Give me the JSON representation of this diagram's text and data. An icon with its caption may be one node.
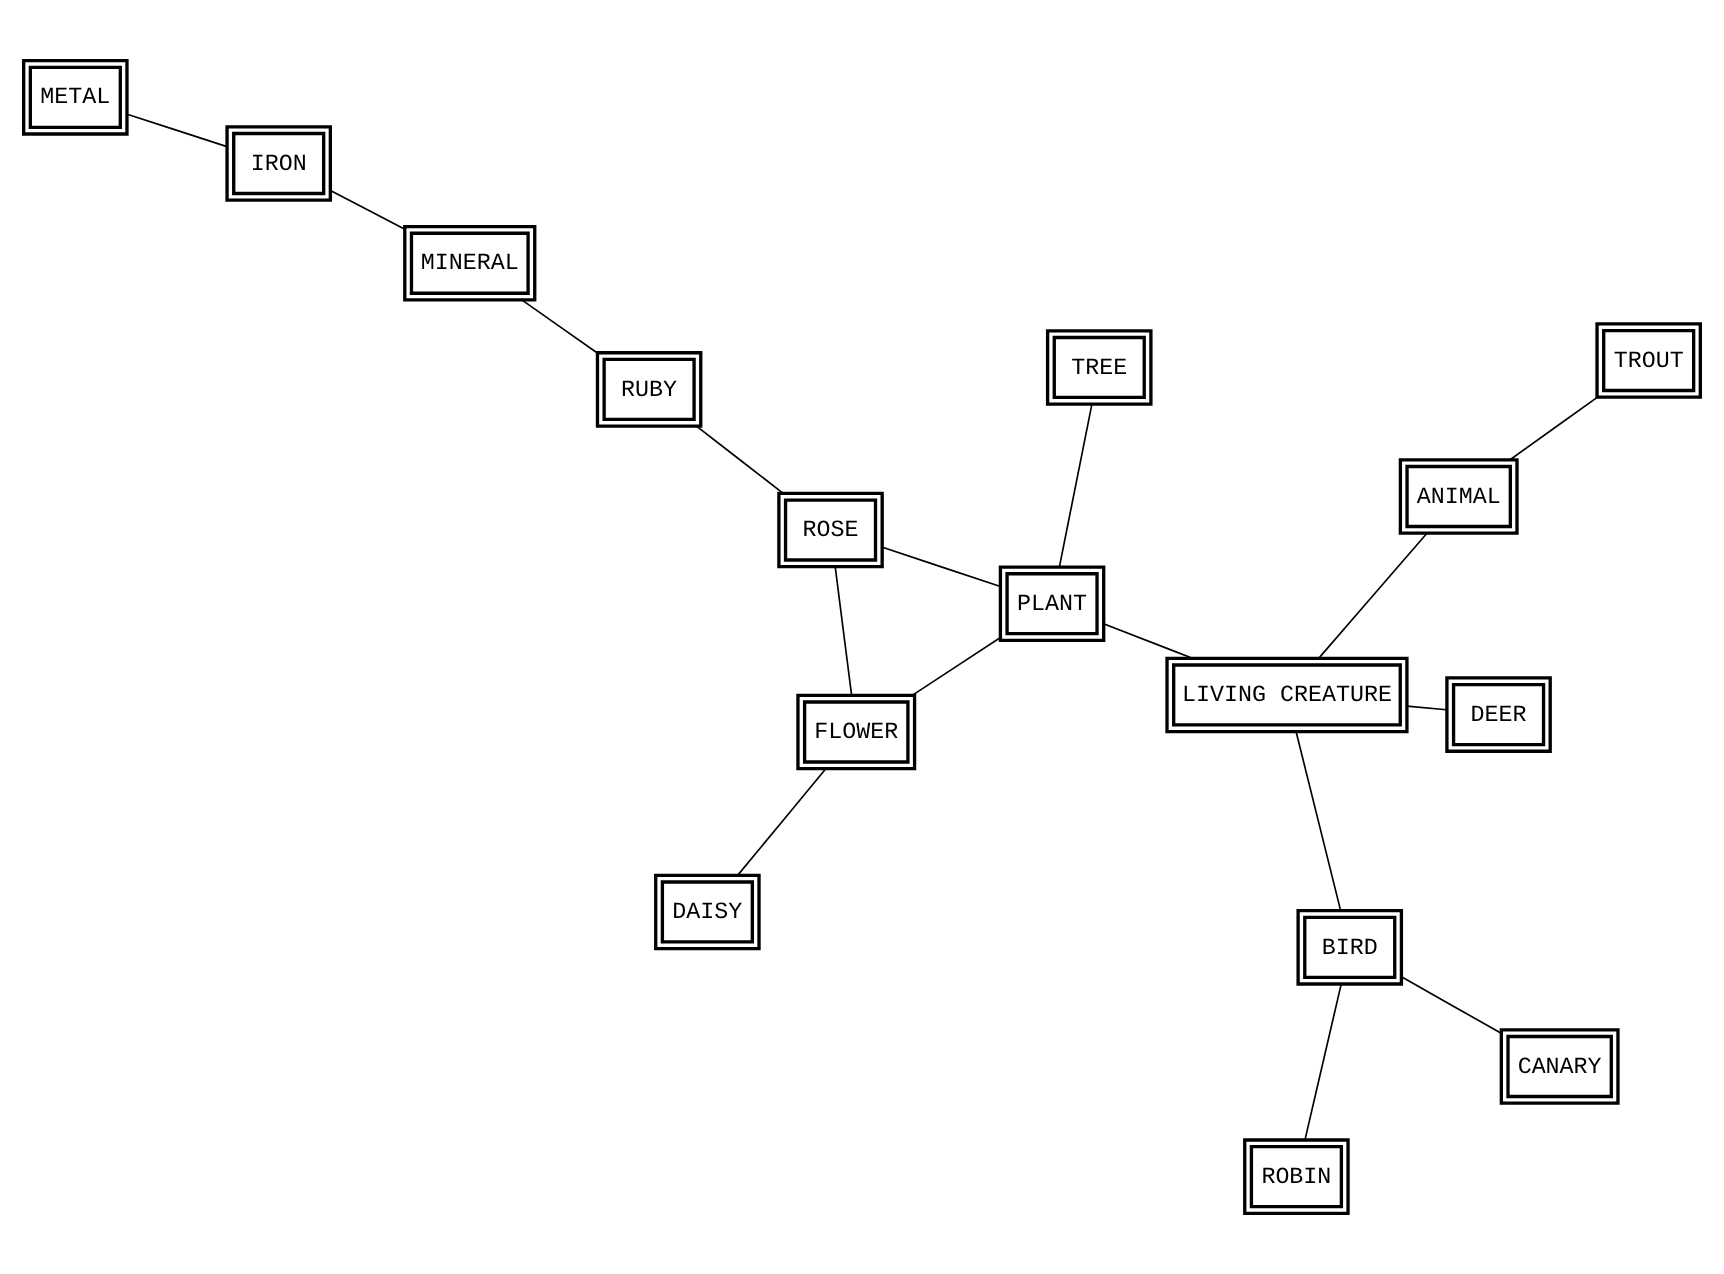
{
  "diagram": {
    "nodes": [
      {
        "text": [
          "METAL"
        ]
      },
      {
        "text": [
          "IRON"
        ]
      },
      {
        "text": [
          "MINERAL"
        ]
      },
      {
        "text": [
          "RUBY"
        ]
      },
      {
        "text": [
          "ROSE"
        ]
      },
      {
        "text": [
          "ROBIN"
        ]
      },
      {
        "text": [
          "BIRD"
        ]
      },
      {
        "text": [
          "CANARY"
        ]
      },
      {
        "text": [
          "PLANT"
        ]
      },
      {
        "text": [
          "FLOWER"
        ]
      },
      {
        "text": [
          "LIVING CREATURE"
        ]
      },
      {
        "text": [
          "DAISY"
        ]
      },
      {
        "text": [
          "DEER"
        ]
      },
      {
        "text": [
          "TREE"
        ]
      },
      {
        "text": [
          "ANIMAL"
        ]
      },
      {
        "text": [
          "TROUT"
        ]
      }
    ],
    "edges": [
      {
        "from": 0,
        "to": 1,
        "arrow": "none"
      },
      {
        "from": 1,
        "to": 2,
        "arrow": "none"
      },
      {
        "from": 2,
        "to": 3,
        "arrow": "none"
      },
      {
        "from": 3,
        "to": 4,
        "arrow": "none"
      },
      {
        "from": 4,
        "to": 8,
        "arrow": "none"
      },
      {
        "from": 4,
        "to": 9,
        "arrow": "none"
      },
      {
        "from": 5,
        "to": 6,
        "arrow": "none"
      },
      {
        "from": 7,
        "to": 6,
        "arrow": "none"
      },
      {
        "from": 6,
        "to": 10,
        "arrow": "none"
      },
      {
        "from": 8,
        "to": 9,
        "arrow": "none"
      },
      {
        "from": 8,
        "to": 10,
        "arrow": "none"
      },
      {
        "from": 8,
        "to": 13,
        "arrow": "none"
      },
      {
        "from": 9,
        "to": 11,
        "arrow": "none"
      },
      {
        "from": 10,
        "to": 12,
        "arrow": "none"
      },
      {
        "from": 10,
        "to": 14,
        "arrow": "none"
      },
      {
        "from": 14,
        "to": 15,
        "arrow": "none"
      }
    ]
  }
}
